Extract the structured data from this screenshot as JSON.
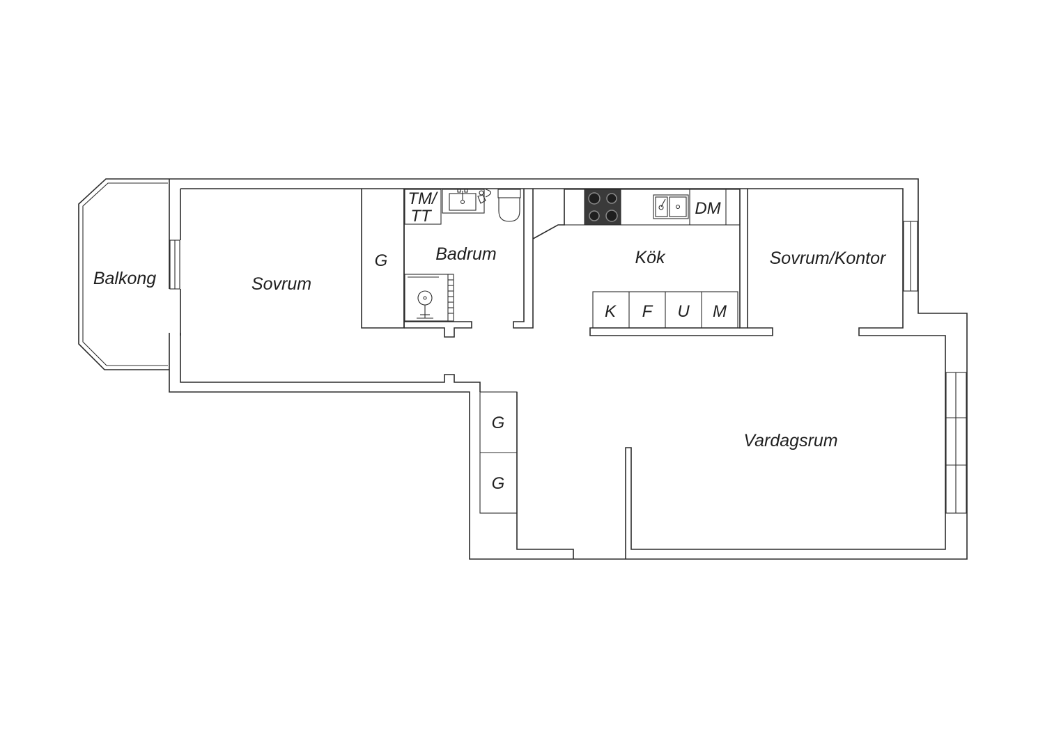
{
  "colors": {
    "line": "#2b2b2b",
    "background": "#ffffff",
    "cooktop": "#3a3a3a"
  },
  "rooms": {
    "balkong": "Balkong",
    "sovrum": "Sovrum",
    "badrum": "Badrum",
    "kok": "Kök",
    "sovrum_kontor": "Sovrum/Kontor",
    "vardagsrum": "Vardagsrum"
  },
  "fixtures": {
    "tm_line1": "TM/",
    "tm_line2": "TT",
    "dm": "DM",
    "closet_g": "G",
    "kitchen_units": [
      "K",
      "F",
      "U",
      "M"
    ]
  },
  "icons": [
    "stove-icon",
    "sink-icon",
    "washbasin-icon",
    "toilet-icon",
    "shower-icon",
    "window-icon"
  ]
}
